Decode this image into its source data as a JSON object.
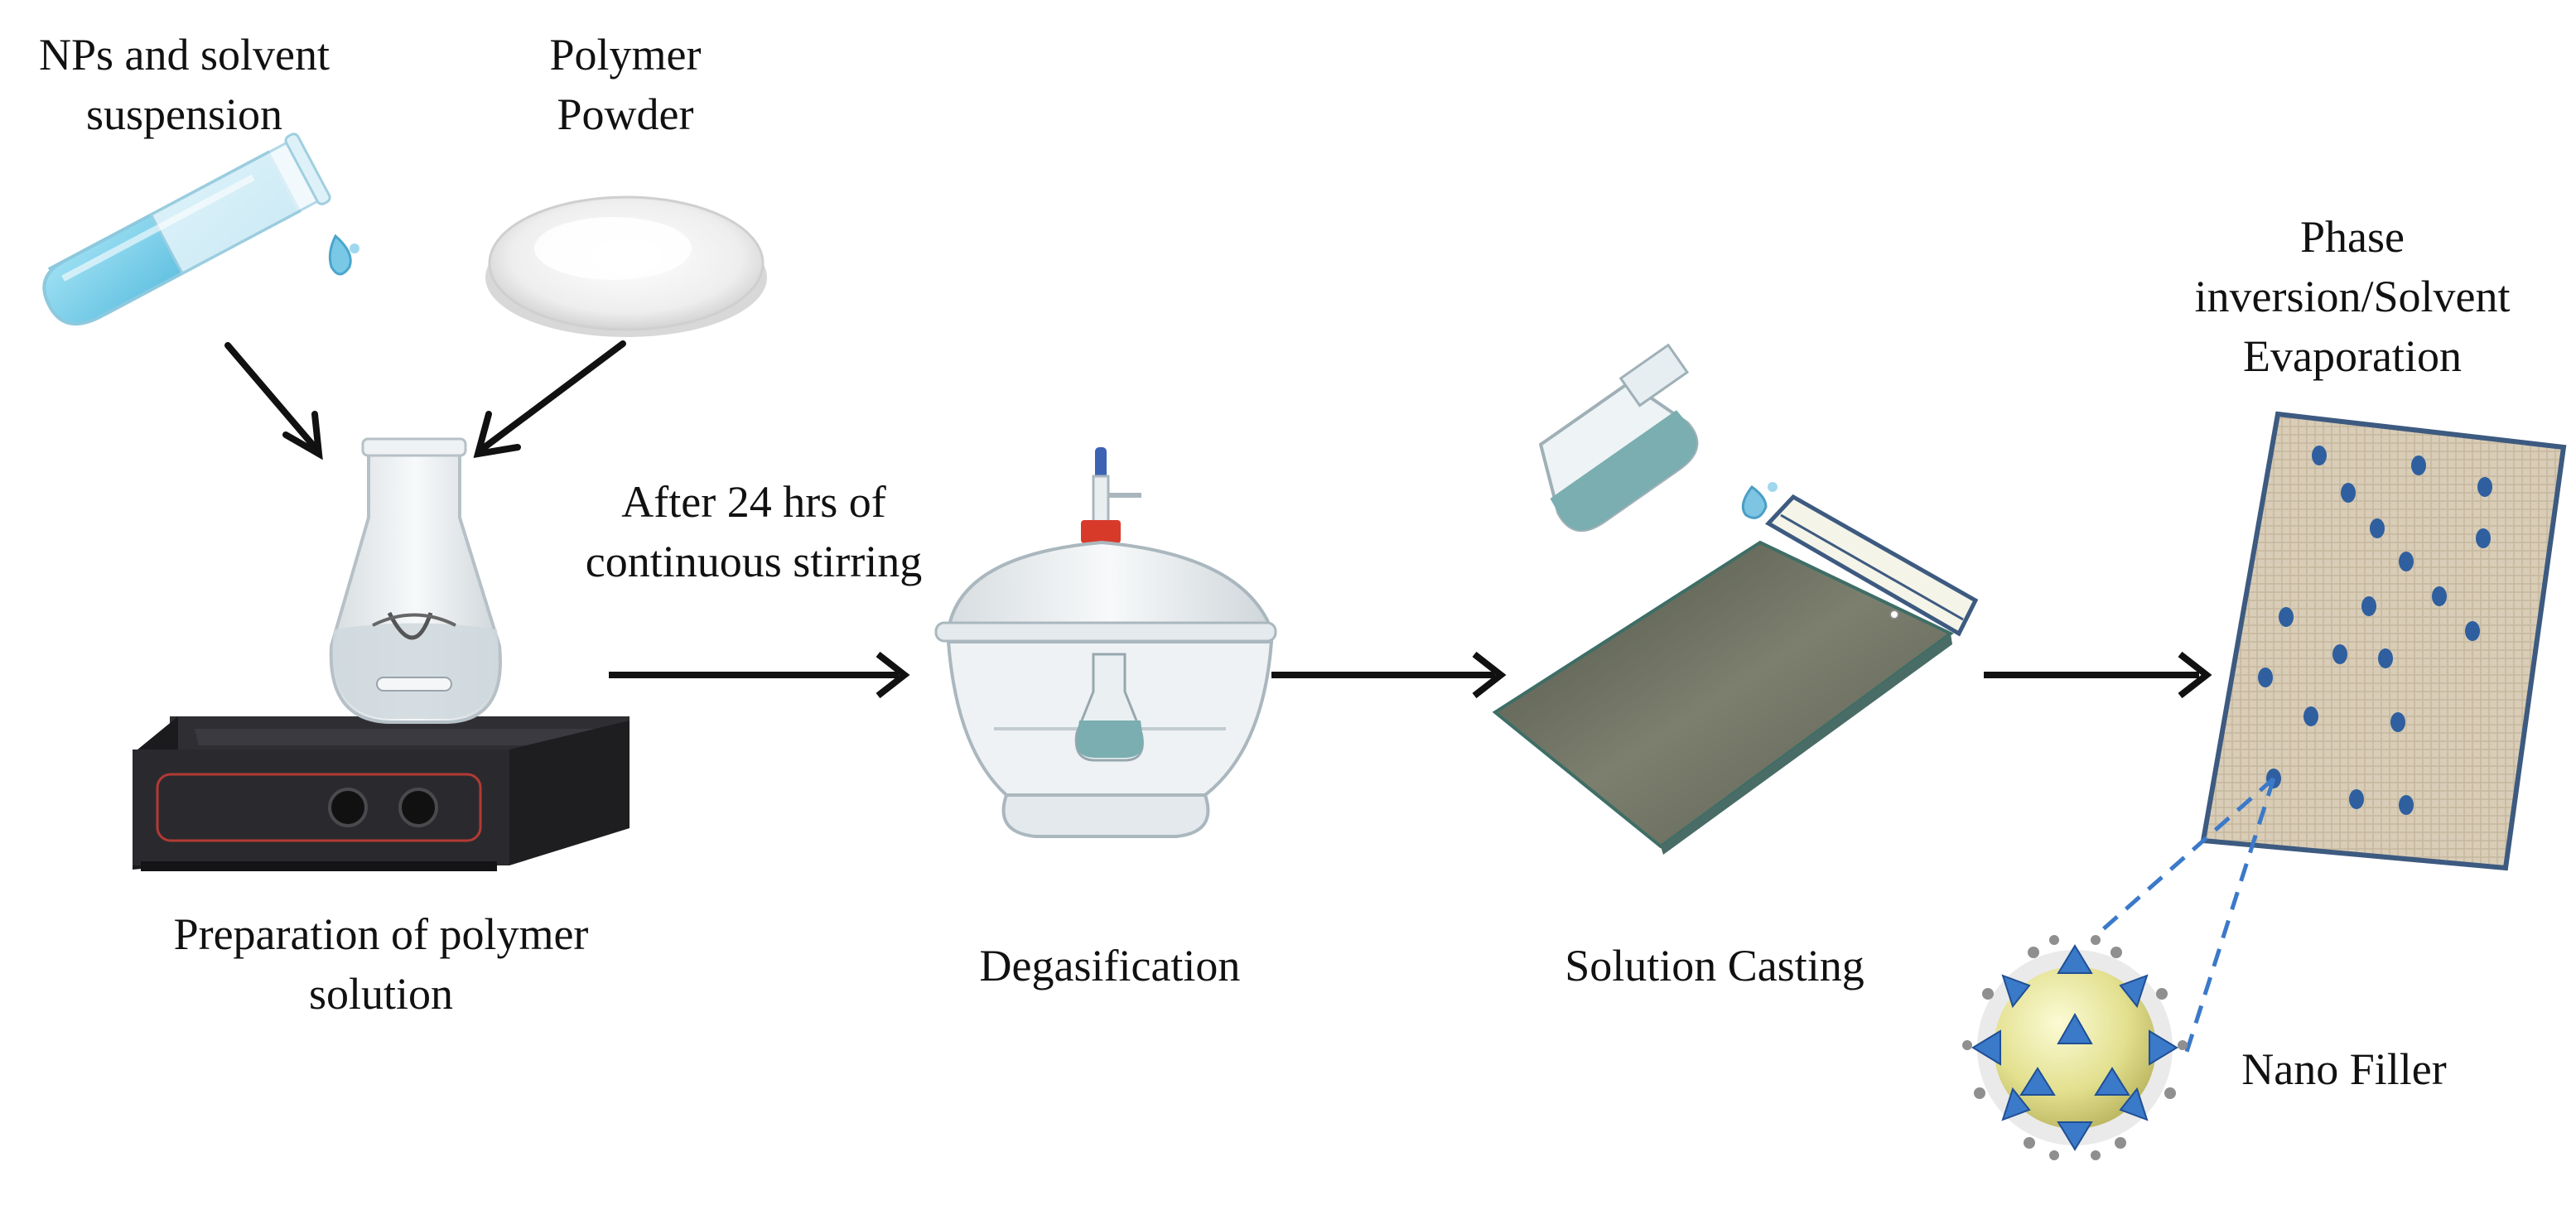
{
  "colors": {
    "arrow": "#111111",
    "liquid_blue": "#7fd0ea",
    "teal_solution": "#7aaeb0",
    "glass_plate": "#6b6d5e",
    "film_canvas": "#d9cdb8",
    "film_border": "#3d5a80",
    "filler_dots": "#2f5f9e",
    "nano_sphere": "#e5e39a",
    "nano_tetrahedra": "#3b79c9",
    "cap_red": "#d83a2a",
    "hotplate_body": "#2a2a2e"
  },
  "icons": {
    "test_tube": "test-tube-icon",
    "powder_dish": "powder-dish-icon",
    "flask_on_stirrer": "stirrer-hotplate-icon",
    "desiccator": "vacuum-desiccator-icon",
    "casting": "casting-plate-icon",
    "membrane": "membrane-film-icon",
    "nanofiller": "nanoparticle-cluster-icon"
  },
  "labels": {
    "nps_line1": "NPs and solvent",
    "nps_line2": "suspension",
    "polymer_line1": "Polymer",
    "polymer_line2": "Powder",
    "stirring_line1": "After 24 hrs of",
    "stirring_line2": "continuous stirring",
    "preparation_line1": "Preparation of polymer",
    "preparation_line2": "solution",
    "degasification": "Degasification",
    "solution_casting": "Solution Casting",
    "phase_line1": "Phase",
    "phase_line2": "inversion/Solvent",
    "phase_line3": "Evaporation",
    "nano_filler": "Nano Filler"
  }
}
